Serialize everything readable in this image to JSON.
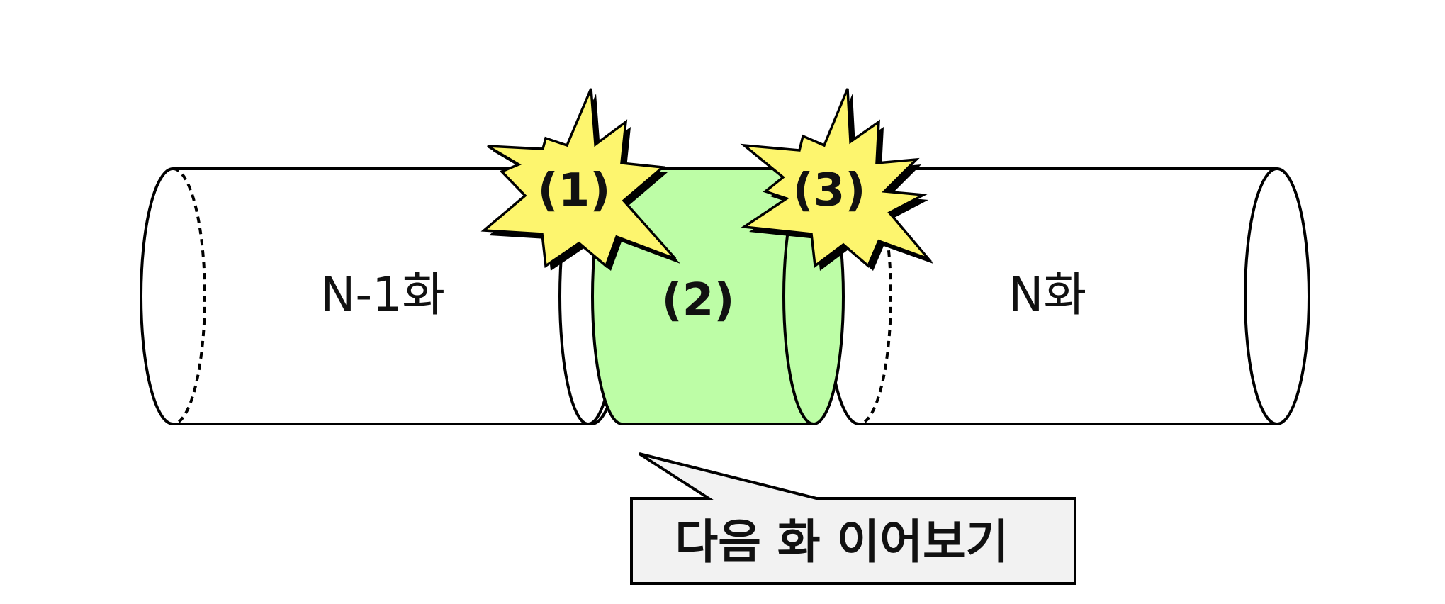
{
  "diagram": {
    "episode_prev": "N-1화",
    "episode_next": "N화",
    "marker_1": "(1)",
    "marker_2": "(2)",
    "marker_3": "(3)",
    "callout": "다음 화 이어보기"
  },
  "colors": {
    "outline": "#000000",
    "bridge_fill": "#bdfda6",
    "burst_fill": "#fdf56e",
    "callout_fill": "#f2f2f2",
    "background": "#ffffff"
  }
}
